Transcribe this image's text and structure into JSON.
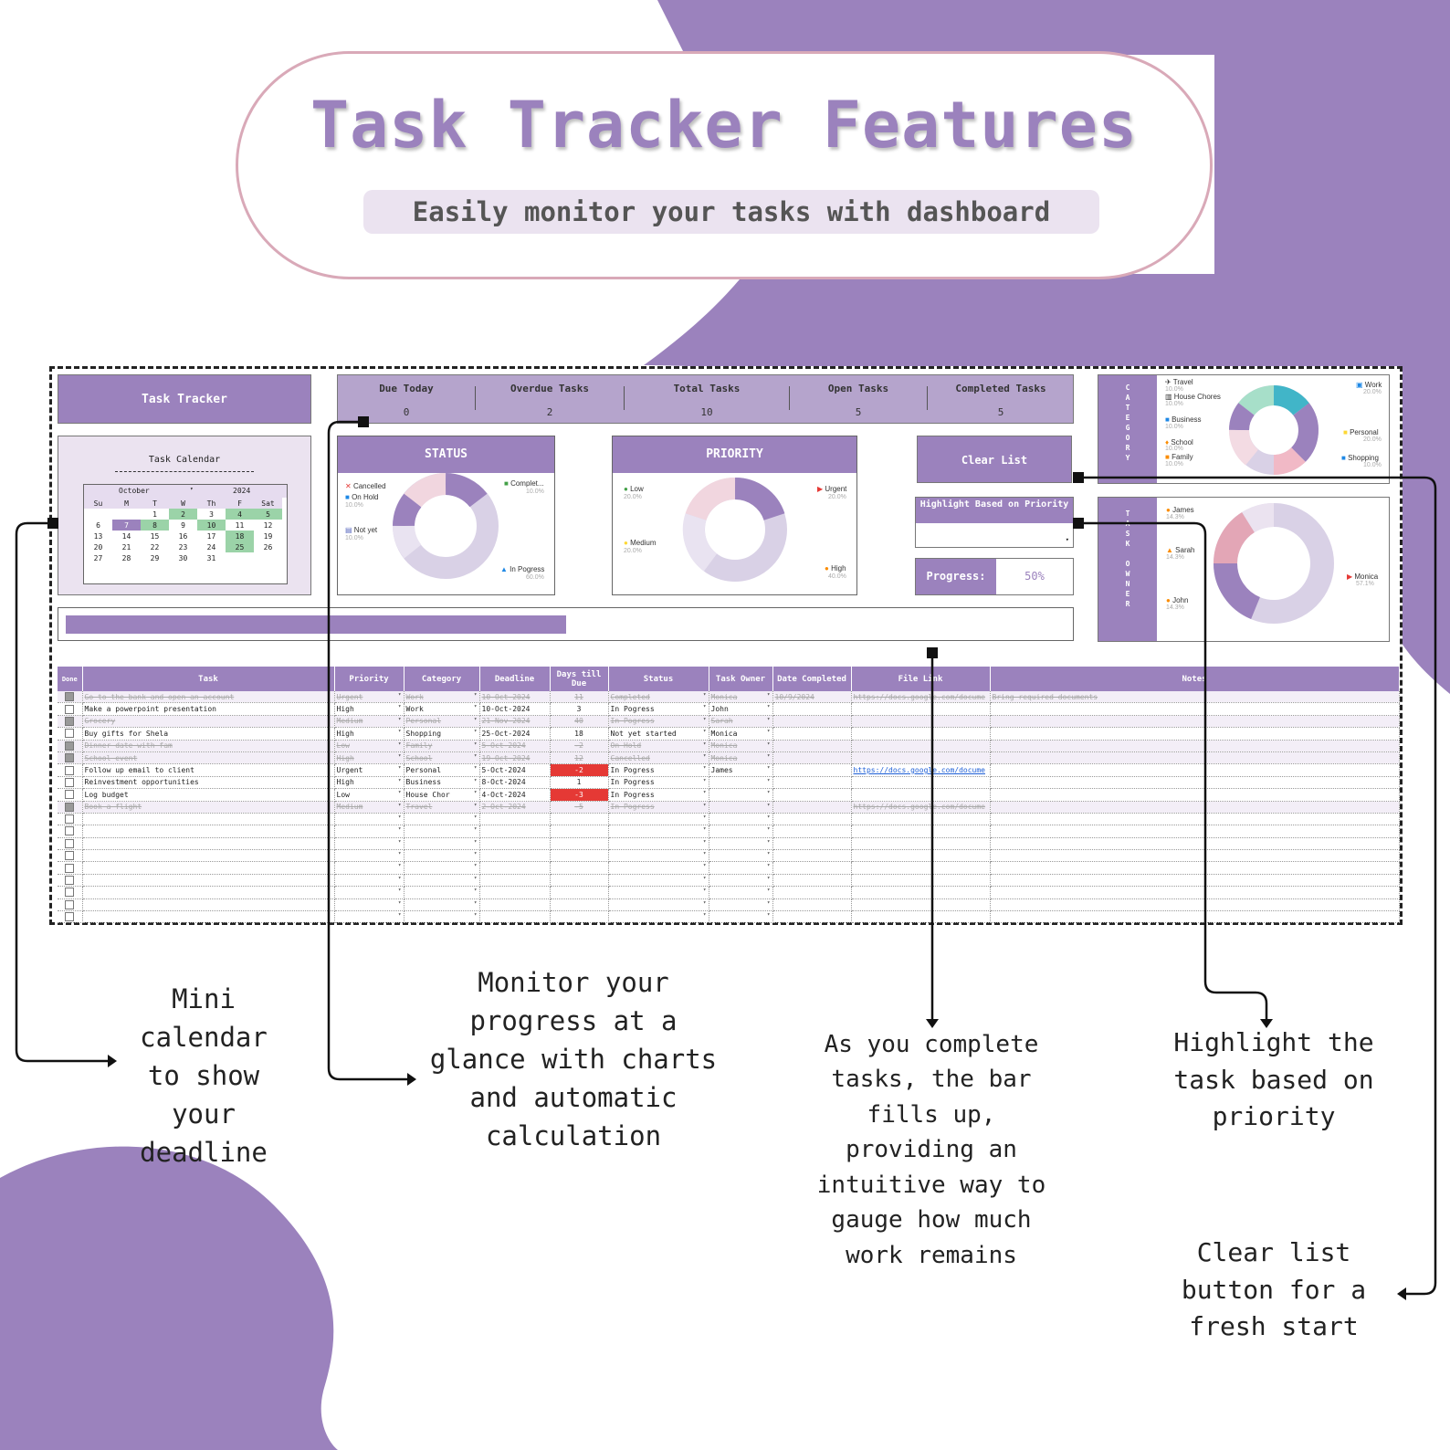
{
  "header": {
    "title": "Task Tracker Features",
    "subtitle": "Easily monitor your tasks with dashboard"
  },
  "dashboard": {
    "title": "Task Tracker",
    "kpis": [
      {
        "label": "Due Today",
        "value": "0"
      },
      {
        "label": "Overdue Tasks",
        "value": "2"
      },
      {
        "label": "Total Tasks",
        "value": "10"
      },
      {
        "label": "Open Tasks",
        "value": "5"
      },
      {
        "label": "Completed Tasks",
        "value": "5"
      }
    ],
    "calendar": {
      "title": "Task Calendar",
      "month": "October",
      "year": "2024",
      "weekdays": [
        "Su",
        "M",
        "T",
        "W",
        "Th",
        "F",
        "Sat"
      ],
      "weeks": [
        [
          "",
          "",
          "1",
          "2",
          "3",
          "4",
          "5"
        ],
        [
          "6",
          "7",
          "8",
          "9",
          "10",
          "11",
          "12"
        ],
        [
          "13",
          "14",
          "15",
          "16",
          "17",
          "18",
          "19"
        ],
        [
          "20",
          "21",
          "22",
          "23",
          "24",
          "25",
          "26"
        ],
        [
          "27",
          "28",
          "29",
          "30",
          "31",
          "",
          ""
        ]
      ]
    },
    "status_chart": {
      "title": "STATUS",
      "slices": [
        {
          "label": "Complet...",
          "pct": "10.0%"
        },
        {
          "label": "In Pogress",
          "pct": "60.0%"
        },
        {
          "label": "Not yet",
          "pct": "10.0%"
        },
        {
          "label": "On Hold",
          "pct": "10.0%"
        },
        {
          "label": "Cancelled",
          "pct": "10.0%"
        }
      ]
    },
    "priority_chart": {
      "title": "PRIORITY",
      "slices": [
        {
          "label": "Urgent",
          "pct": "20.0%"
        },
        {
          "label": "High",
          "pct": "40.0%"
        },
        {
          "label": "Medium",
          "pct": "20.0%"
        },
        {
          "label": "Low",
          "pct": "20.0%"
        }
      ]
    },
    "clear_label": "Clear List",
    "highlight_label": "Highlight Based on Priority",
    "progress_label": "Progress:",
    "progress_value": "50%",
    "progress_fraction": 0.5,
    "category_chart": {
      "vertical_label": "CATEGORY",
      "slices": [
        {
          "label": "Travel",
          "pct": "10.0%"
        },
        {
          "label": "House Chores",
          "pct": "10.0%"
        },
        {
          "label": "Business",
          "pct": "10.0%"
        },
        {
          "label": "School",
          "pct": "10.0%"
        },
        {
          "label": "Family",
          "pct": "10.0%"
        },
        {
          "label": "Work",
          "pct": "20.0%"
        },
        {
          "label": "Personal",
          "pct": "20.0%"
        },
        {
          "label": "Shopping",
          "pct": "10.0%"
        }
      ]
    },
    "owner_chart": {
      "vertical_label": "TASK OWNER",
      "slices": [
        {
          "label": "James",
          "pct": "14.3%"
        },
        {
          "label": "Sarah",
          "pct": "14.3%"
        },
        {
          "label": "John",
          "pct": "14.3%"
        },
        {
          "label": "Monica",
          "pct": "57.1%"
        }
      ]
    },
    "table": {
      "headers": [
        "Done",
        "Task",
        "Priority",
        "Category",
        "Deadline",
        "Days till Due",
        "Status",
        "Task Owner",
        "Date Completed",
        "File Link",
        "Notes"
      ],
      "rows": [
        {
          "done": true,
          "task": "Go to the bank and open an account",
          "priority": "Urgent",
          "category": "Work",
          "deadline": "10-Oct-2024",
          "days": "11",
          "status": "Completed",
          "owner": "Monica",
          "completed": "10/9/2024",
          "link": "https://docs.google.com/docume",
          "notes": "Bring required documents"
        },
        {
          "done": false,
          "task": "Make a powerpoint presentation",
          "priority": "High",
          "category": "Work",
          "deadline": "10-Oct-2024",
          "days": "3",
          "status": "In Pogress",
          "owner": "John",
          "completed": "",
          "link": "",
          "notes": ""
        },
        {
          "done": true,
          "task": "Grocery",
          "priority": "Medium",
          "category": "Personal",
          "deadline": "21-Nov-2024",
          "days": "40",
          "status": "In Pogress",
          "owner": "Sarah",
          "completed": "",
          "link": "",
          "notes": ""
        },
        {
          "done": false,
          "task": "Buy gifts for Shela",
          "priority": "High",
          "category": "Shopping",
          "deadline": "25-Oct-2024",
          "days": "18",
          "status": "Not yet started",
          "owner": "Monica",
          "completed": "",
          "link": "",
          "notes": ""
        },
        {
          "done": true,
          "task": "Dinner date with fam",
          "priority": "Low",
          "category": "Family",
          "deadline": "5-Oct-2024",
          "days": "-2",
          "status": "On Hold",
          "owner": "Monica",
          "completed": "",
          "link": "",
          "notes": ""
        },
        {
          "done": true,
          "task": "School event",
          "priority": "High",
          "category": "School",
          "deadline": "19-Oct-2024",
          "days": "12",
          "status": "Cancelled",
          "owner": "Monica",
          "completed": "",
          "link": "",
          "notes": ""
        },
        {
          "done": false,
          "task": "Follow up email to client",
          "priority": "Urgent",
          "category": "Personal",
          "deadline": "5-Oct-2024",
          "days": "-2",
          "status": "In Pogress",
          "owner": "James",
          "completed": "",
          "link": "https://docs.google.com/docume",
          "notes": ""
        },
        {
          "done": false,
          "task": "Reinvestment opportunities",
          "priority": "High",
          "category": "Business",
          "deadline": "8-Oct-2024",
          "days": "1",
          "status": "In Pogress",
          "owner": "",
          "completed": "",
          "link": "",
          "notes": ""
        },
        {
          "done": false,
          "task": "Log budget",
          "priority": "Low",
          "category": "House Chor",
          "deadline": "4-Oct-2024",
          "days": "-3",
          "status": "In Pogress",
          "owner": "",
          "completed": "",
          "link": "",
          "notes": ""
        },
        {
          "done": true,
          "task": "Book a flight",
          "priority": "Medium",
          "category": "Travel",
          "deadline": "2-Oct-2024",
          "days": "-5",
          "status": "In Pogress",
          "owner": "",
          "completed": "",
          "link": "https://docs.google.com/docume",
          "notes": ""
        }
      ]
    }
  },
  "annotations": {
    "calendar_note": [
      "Mini",
      "calendar",
      "to show",
      "your",
      "deadline"
    ],
    "charts_note": [
      "Monitor your",
      "progress at a",
      "glance with charts",
      "and automatic",
      "calculation"
    ],
    "bar_note": [
      "As you complete",
      "tasks, the bar",
      "fills up,",
      "providing an",
      "intuitive way to",
      "gauge how much",
      "work remains"
    ],
    "highlight_note": [
      "Highlight the",
      "task based on",
      "priority"
    ],
    "clear_note": [
      "Clear list",
      "button for a",
      "fresh start"
    ]
  },
  "colors": {
    "accent": "#9b82bd",
    "accent_light": "#ebe3f0",
    "ring": "#d9a9b8",
    "overdue": "#e53935"
  }
}
